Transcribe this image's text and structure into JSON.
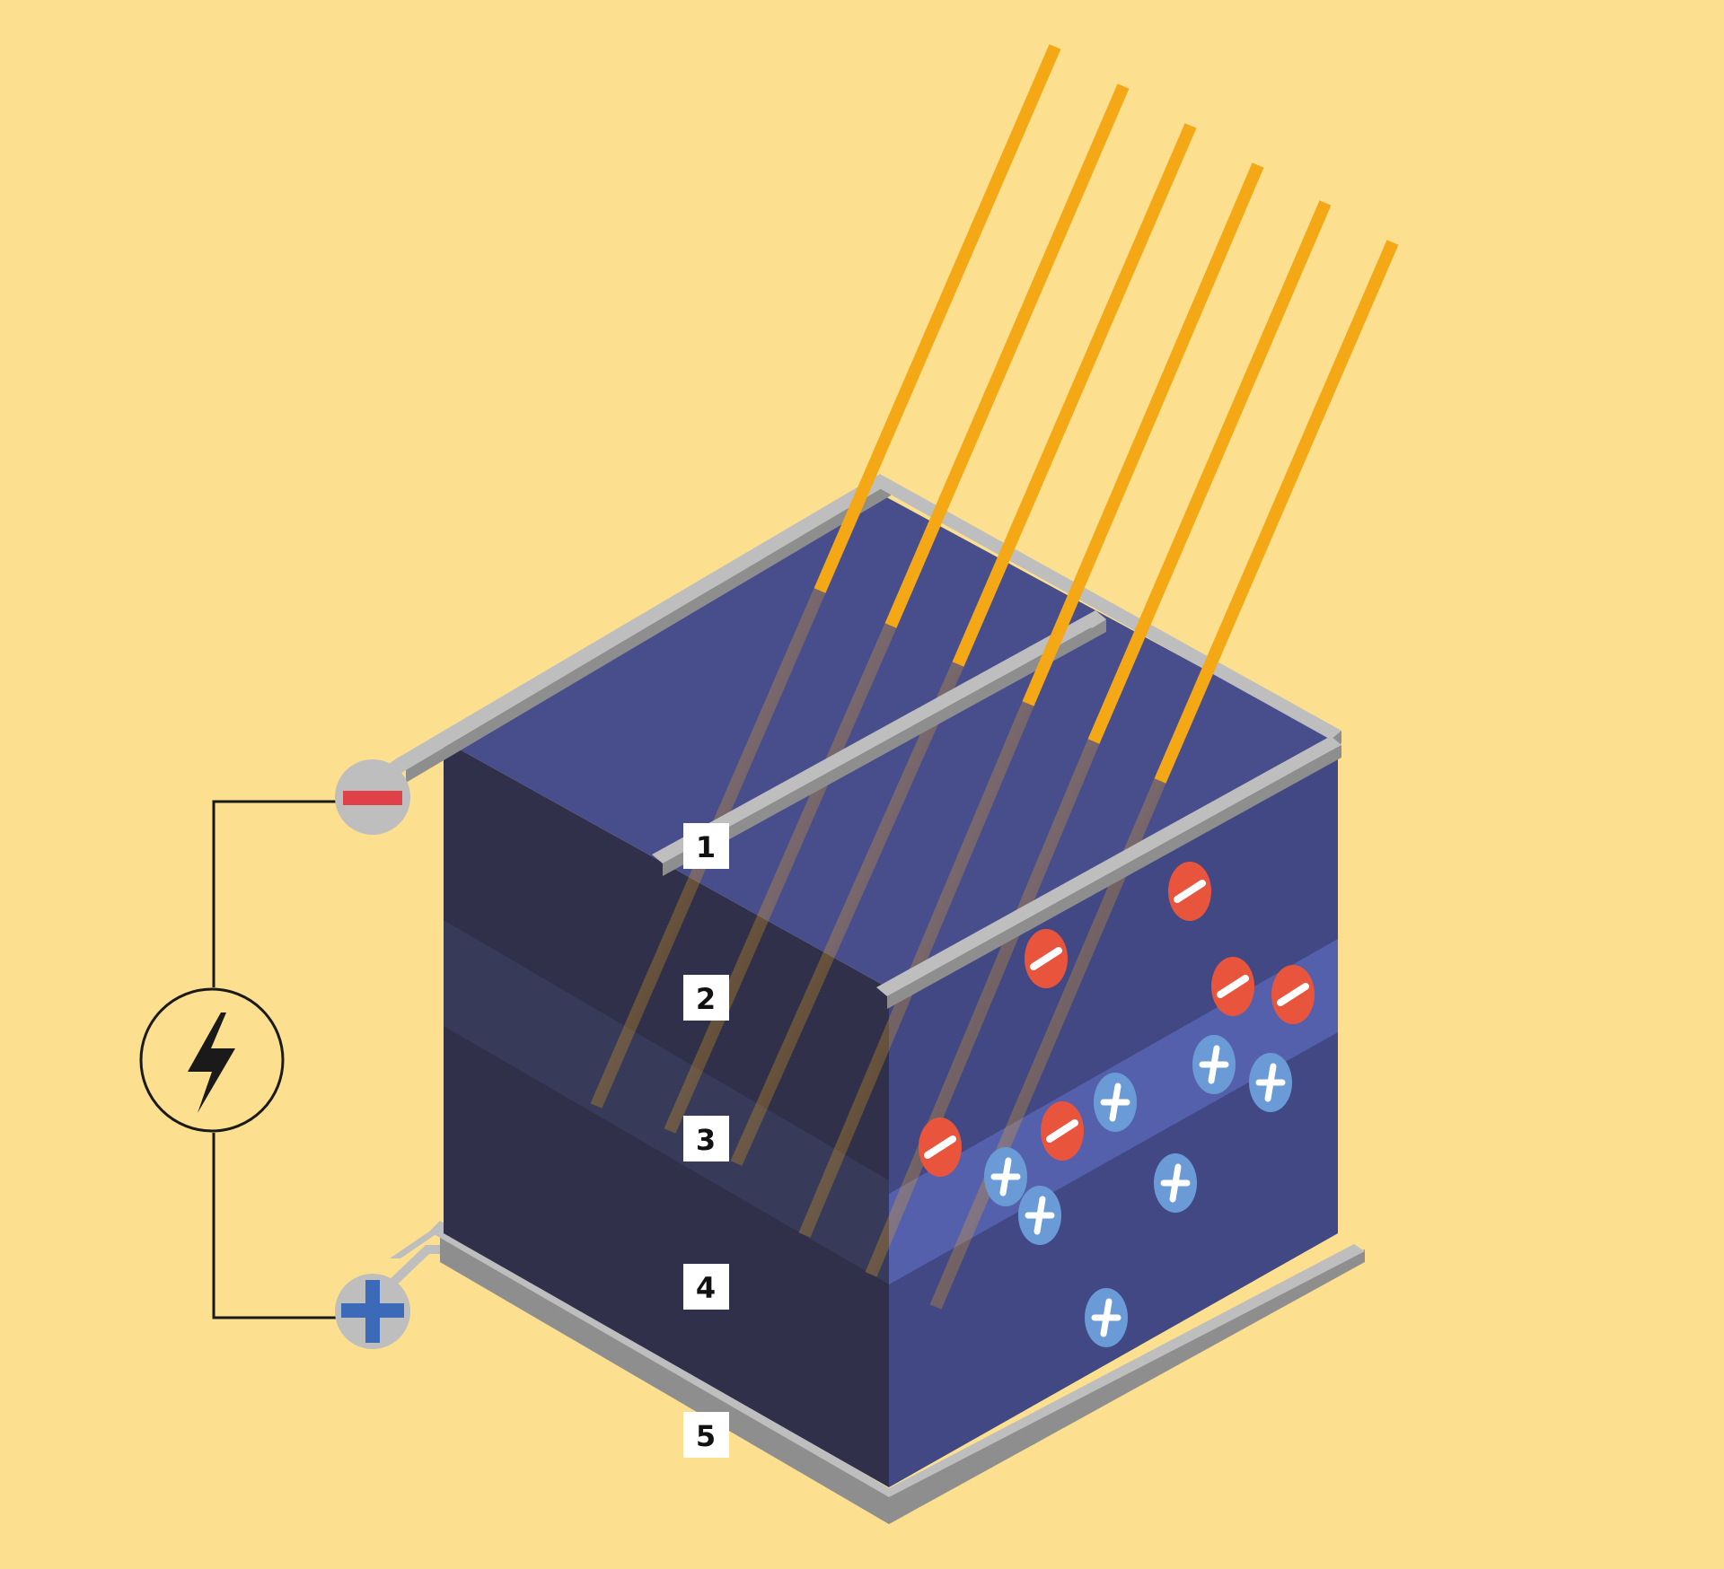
{
  "colors": {
    "background": "#FCE08F",
    "cell_front": "#30304A",
    "cell_side": "#414883",
    "cell_top": "#484E8C",
    "junction_band_side": "#5560AC",
    "junction_band_front": "#373A58",
    "contact_metal": "#BEBEBE",
    "contact_metal_shadow": "#8E8E8E",
    "light_ray": "#F5A816",
    "electron": "#E9553C",
    "hole": "#6A9BD6",
    "circuit_line": "#1A1A1A",
    "label_box": "#FFFFFF",
    "label_text": "#111111"
  },
  "labels": [
    {
      "name": "layer-label-1",
      "text": "1"
    },
    {
      "name": "layer-label-2",
      "text": "2"
    },
    {
      "name": "layer-label-3",
      "text": "3"
    },
    {
      "name": "layer-label-4",
      "text": "4"
    },
    {
      "name": "layer-label-5",
      "text": "5"
    }
  ],
  "terminals": {
    "negative": {
      "icon": "minus-icon",
      "color": "#E04048"
    },
    "positive": {
      "icon": "plus-icon",
      "color": "#3D6AB8"
    }
  },
  "power_source_icon": "lightning-bolt-icon",
  "electrons": {
    "icon": "minus-icon"
  },
  "holes": {
    "icon": "plus-icon"
  }
}
